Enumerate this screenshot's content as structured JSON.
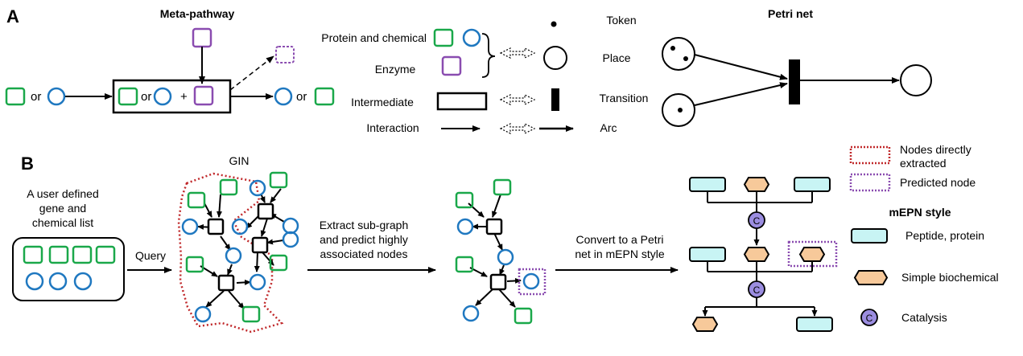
{
  "panels": {
    "a": "A",
    "b": "B"
  },
  "meta_pathway": {
    "title": "Meta-pathway",
    "or_label": "or",
    "plus_label": "+"
  },
  "legend_a": {
    "protein_chemical": "Protein and chemical",
    "enzyme": "Enzyme",
    "intermediate": "Intermediate",
    "interaction": "Interaction",
    "token": "Token",
    "place": "Place",
    "transition": "Transition",
    "arc": "Arc"
  },
  "petri_net": {
    "title": "Petri net"
  },
  "panel_b": {
    "user_list": [
      "A user defined",
      "gene and",
      "chemical list"
    ],
    "query": "Query",
    "gin": "GIN",
    "extract": [
      "Extract sub-graph",
      "and predict highly",
      "associated nodes"
    ],
    "convert": [
      "Convert to a Petri",
      "net in mEPN style"
    ]
  },
  "legend_b": {
    "nodes_direct": [
      "Nodes directly",
      "extracted"
    ],
    "predicted": "Predicted node",
    "mepn_title": "mEPN style",
    "peptide": "Peptide, protein",
    "simple": "Simple biochemical",
    "catalysis": "Catalysis",
    "catalysis_symbol": "C"
  },
  "colors": {
    "green": "#1aa84a",
    "blue": "#1f78c0",
    "purple": "#8a4cb0",
    "red_dotted": "#c0282a",
    "peptide_fill": "#c8f4f4",
    "simple_fill": "#f7c99a",
    "catalysis_fill": "#9b8de0"
  }
}
